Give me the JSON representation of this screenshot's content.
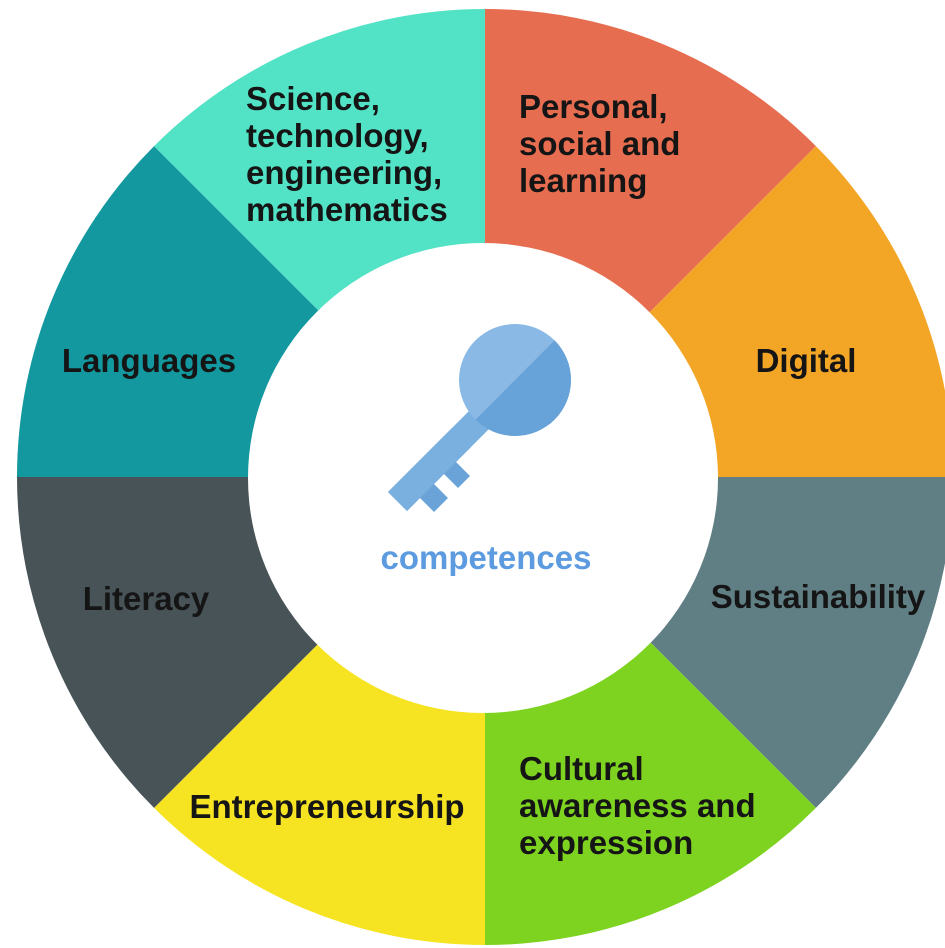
{
  "diagram": {
    "center": {
      "label": "competences",
      "icon": "key-icon",
      "label_color": "#5d9be0"
    },
    "segments": [
      {
        "id": "personal",
        "lines": [
          "Personal,",
          "social and",
          "learning"
        ],
        "color": "#e66d4f"
      },
      {
        "id": "digital",
        "lines": [
          "Digital"
        ],
        "color": "#f3a526"
      },
      {
        "id": "sustainability",
        "lines": [
          "Sustainability"
        ],
        "color": "#607f84"
      },
      {
        "id": "cultural",
        "lines": [
          "Cultural",
          "awareness and",
          "expression"
        ],
        "color": "#7ed321"
      },
      {
        "id": "entrepreneurship",
        "lines": [
          "Entrepreneurship"
        ],
        "color": "#f6e423"
      },
      {
        "id": "literacy",
        "lines": [
          "Literacy"
        ],
        "color": "#475357"
      },
      {
        "id": "languages",
        "lines": [
          "Languages"
        ],
        "color": "#13989f"
      },
      {
        "id": "stem",
        "lines": [
          "Science,",
          "technology,",
          "engineering,",
          "mathematics"
        ],
        "color": "#52e2c5"
      }
    ]
  }
}
